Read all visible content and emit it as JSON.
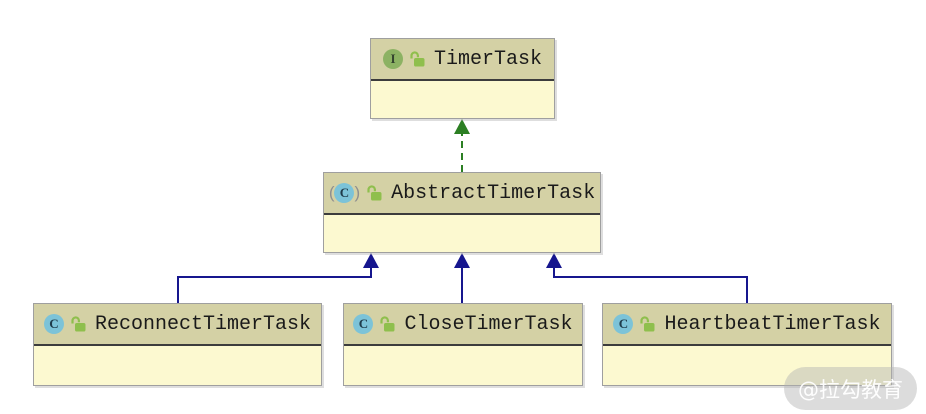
{
  "diagram": {
    "type": "uml-class-diagram",
    "classes": [
      {
        "name": "TimerTask",
        "stereotype": "interface",
        "icon_letter": "I",
        "visibility": "public-open-lock"
      },
      {
        "name": "AbstractTimerTask",
        "stereotype": "abstract-class",
        "icon_letter": "C",
        "visibility": "public-open-lock",
        "paren_left": "(",
        "paren_right": ")"
      },
      {
        "name": "ReconnectTimerTask",
        "stereotype": "class",
        "icon_letter": "C",
        "visibility": "public-open-lock"
      },
      {
        "name": "CloseTimerTask",
        "stereotype": "class",
        "icon_letter": "C",
        "visibility": "public-open-lock"
      },
      {
        "name": "HeartbeatTimerTask",
        "stereotype": "class",
        "icon_letter": "C",
        "visibility": "public-open-lock"
      }
    ],
    "relations": [
      {
        "from": "AbstractTimerTask",
        "to": "TimerTask",
        "type": "implements",
        "line_style": "dashed",
        "color": "#2c7f23"
      },
      {
        "from": "ReconnectTimerTask",
        "to": "AbstractTimerTask",
        "type": "extends",
        "line_style": "solid",
        "color": "#16168e"
      },
      {
        "from": "CloseTimerTask",
        "to": "AbstractTimerTask",
        "type": "extends",
        "line_style": "solid",
        "color": "#16168e"
      },
      {
        "from": "HeartbeatTimerTask",
        "to": "AbstractTimerTask",
        "type": "extends",
        "line_style": "solid",
        "color": "#16168e"
      }
    ],
    "colors": {
      "header_bg": "#d4d1a5",
      "body_bg": "#fcf9d0",
      "box_border": "#9f9f9f",
      "header_separator": "#3c3c3c",
      "interface_icon_bg": "#8cb263",
      "class_icon_bg": "#7cc3d8",
      "lock_icon": "#8fbf4d",
      "implements_arrow": "#2c7f23",
      "extends_arrow": "#16168e"
    },
    "watermark": {
      "text": "@拉勾教育"
    }
  }
}
